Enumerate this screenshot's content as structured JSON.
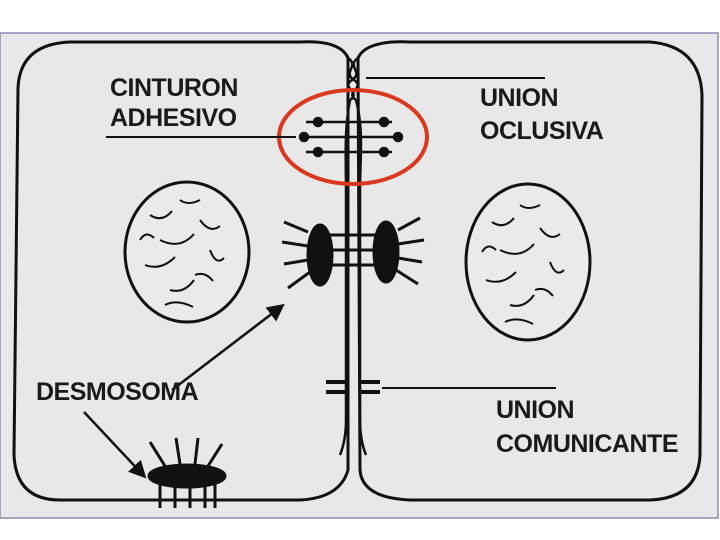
{
  "labels": {
    "adherens_line1": "CINTURON",
    "adherens_line2": "ADHESIVO",
    "tight_line1": "UNION",
    "tight_line2": "OCLUSIVA",
    "desmosome": "DESMOSOMA",
    "gap_line1": "UNION",
    "gap_line2": "COMUNICANTE"
  },
  "colors": {
    "background": "#e8e8e8",
    "frame": "#9088b4",
    "ink": "#111111",
    "highlight": "#d9381e"
  },
  "icons": {
    "highlight_marker": "red-ellipse",
    "pointer": "arrow"
  }
}
